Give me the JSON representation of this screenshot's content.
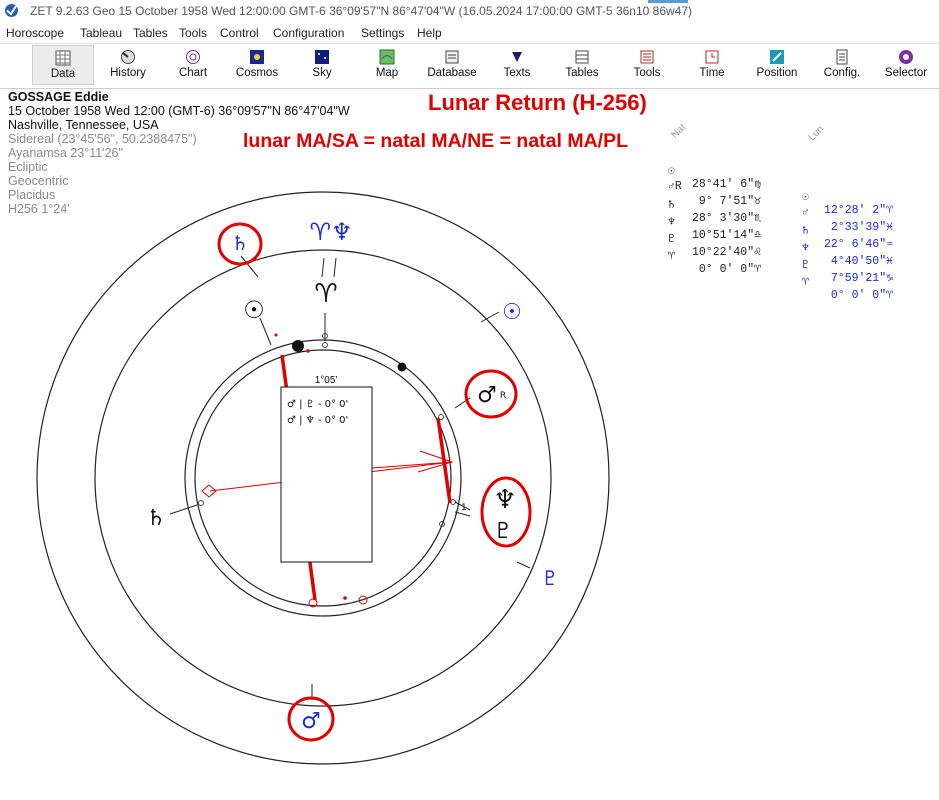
{
  "window": {
    "title": "ZET 9.2.63 Geo   15 October 1958  Wed  12:00:00 GMT-6 36°09'57\"N  86°47'04\"W  (16.05.2024  17:00:00 GMT-5 36n10 86w47)"
  },
  "menu": [
    "Horoscope",
    "Tableau",
    "Tables",
    "Tools",
    "Control",
    "Configuration",
    "Settings",
    "Help"
  ],
  "toolbar": [
    {
      "label": "Data",
      "icon": "data-grid-icon"
    },
    {
      "label": "History",
      "icon": "history-icon"
    },
    {
      "label": "Chart",
      "icon": "chart-wheel-icon"
    },
    {
      "label": "Cosmos",
      "icon": "cosmos-icon"
    },
    {
      "label": "Sky",
      "icon": "sky-icon"
    },
    {
      "label": "Map",
      "icon": "map-icon"
    },
    {
      "label": "Database",
      "icon": "database-icon"
    },
    {
      "label": "Texts",
      "icon": "texts-icon"
    },
    {
      "label": "Tables",
      "icon": "tables-icon"
    },
    {
      "label": "Tools",
      "icon": "tools-icon"
    },
    {
      "label": "Time",
      "icon": "time-icon"
    },
    {
      "label": "Position",
      "icon": "position-icon"
    },
    {
      "label": "Config.",
      "icon": "config-icon"
    },
    {
      "label": "Selector",
      "icon": "selector-icon"
    }
  ],
  "info": {
    "name": "GOSSAGE Eddie",
    "date_line": "15 October 1958  Wed  12:00 (GMT-6) 36°09'57\"N  86°47'04\"W",
    "place": "Nashville, Tennessee, USA",
    "zodiac": "Sidereal (23°45'56\", 50.2388475\")",
    "ayanamsa": "Ayanamsa 23°11'26\"",
    "coords": "Ecliptic",
    "center": "Geocentric",
    "houses": "Placidus",
    "harmonic": "H256   1°24'"
  },
  "annotations": {
    "title": "Lunar Return (H-256)",
    "subtitle": "lunar MA/SA = natal MA/NE = natal MA/PL"
  },
  "table": {
    "natal_header": "Nat",
    "lunar_header": "Lun",
    "rows": [
      {
        "natal_sym": "☉",
        "natal_pos": "28°41' 6\"♍",
        "lunar_sym": "☉",
        "lunar_pos": "12°28' 2\"♈"
      },
      {
        "natal_sym": "♂R",
        "natal_pos": " 9° 7'51\"♉",
        "lunar_sym": "♂",
        "lunar_pos": " 2°33'39\"♓"
      },
      {
        "natal_sym": "♄",
        "natal_pos": "28° 3'30\"♏",
        "lunar_sym": "♄",
        "lunar_pos": "22° 6'46\"♒"
      },
      {
        "natal_sym": "♆",
        "natal_pos": "10°51'14\"♎",
        "lunar_sym": "♆",
        "lunar_pos": " 4°40'50\"♓"
      },
      {
        "natal_sym": "♇",
        "natal_pos": "10°22'40\"♌",
        "lunar_sym": "♇",
        "lunar_pos": " 7°59'21\"♑"
      },
      {
        "natal_sym": "♈",
        "natal_pos": " 0° 0' 0\"♈",
        "lunar_sym": "♈",
        "lunar_pos": " 0° 0' 0\"♈"
      }
    ]
  },
  "chart": {
    "inner_glyphs": {
      "aries": "♈",
      "sun": "☉",
      "mars": "♂",
      "mars_r": "R",
      "neptune": "♆",
      "pluto": "♇",
      "saturn": "♄"
    },
    "outer_glyphs": {
      "aries_neptune": "♈♆",
      "sun": "☉",
      "pluto": "♇",
      "saturn": "♄",
      "mars": "♂"
    },
    "info_box": {
      "title": "1°05'",
      "line1": "♂ | ♇ - 0° 0'",
      "line2": "♂ | ♆ - 0° 0'"
    },
    "cusp_label": "1"
  },
  "colors": {
    "lunar_blue": "#1a2bd8",
    "highlight_red": "#e00000",
    "natal_black": "#111111"
  }
}
